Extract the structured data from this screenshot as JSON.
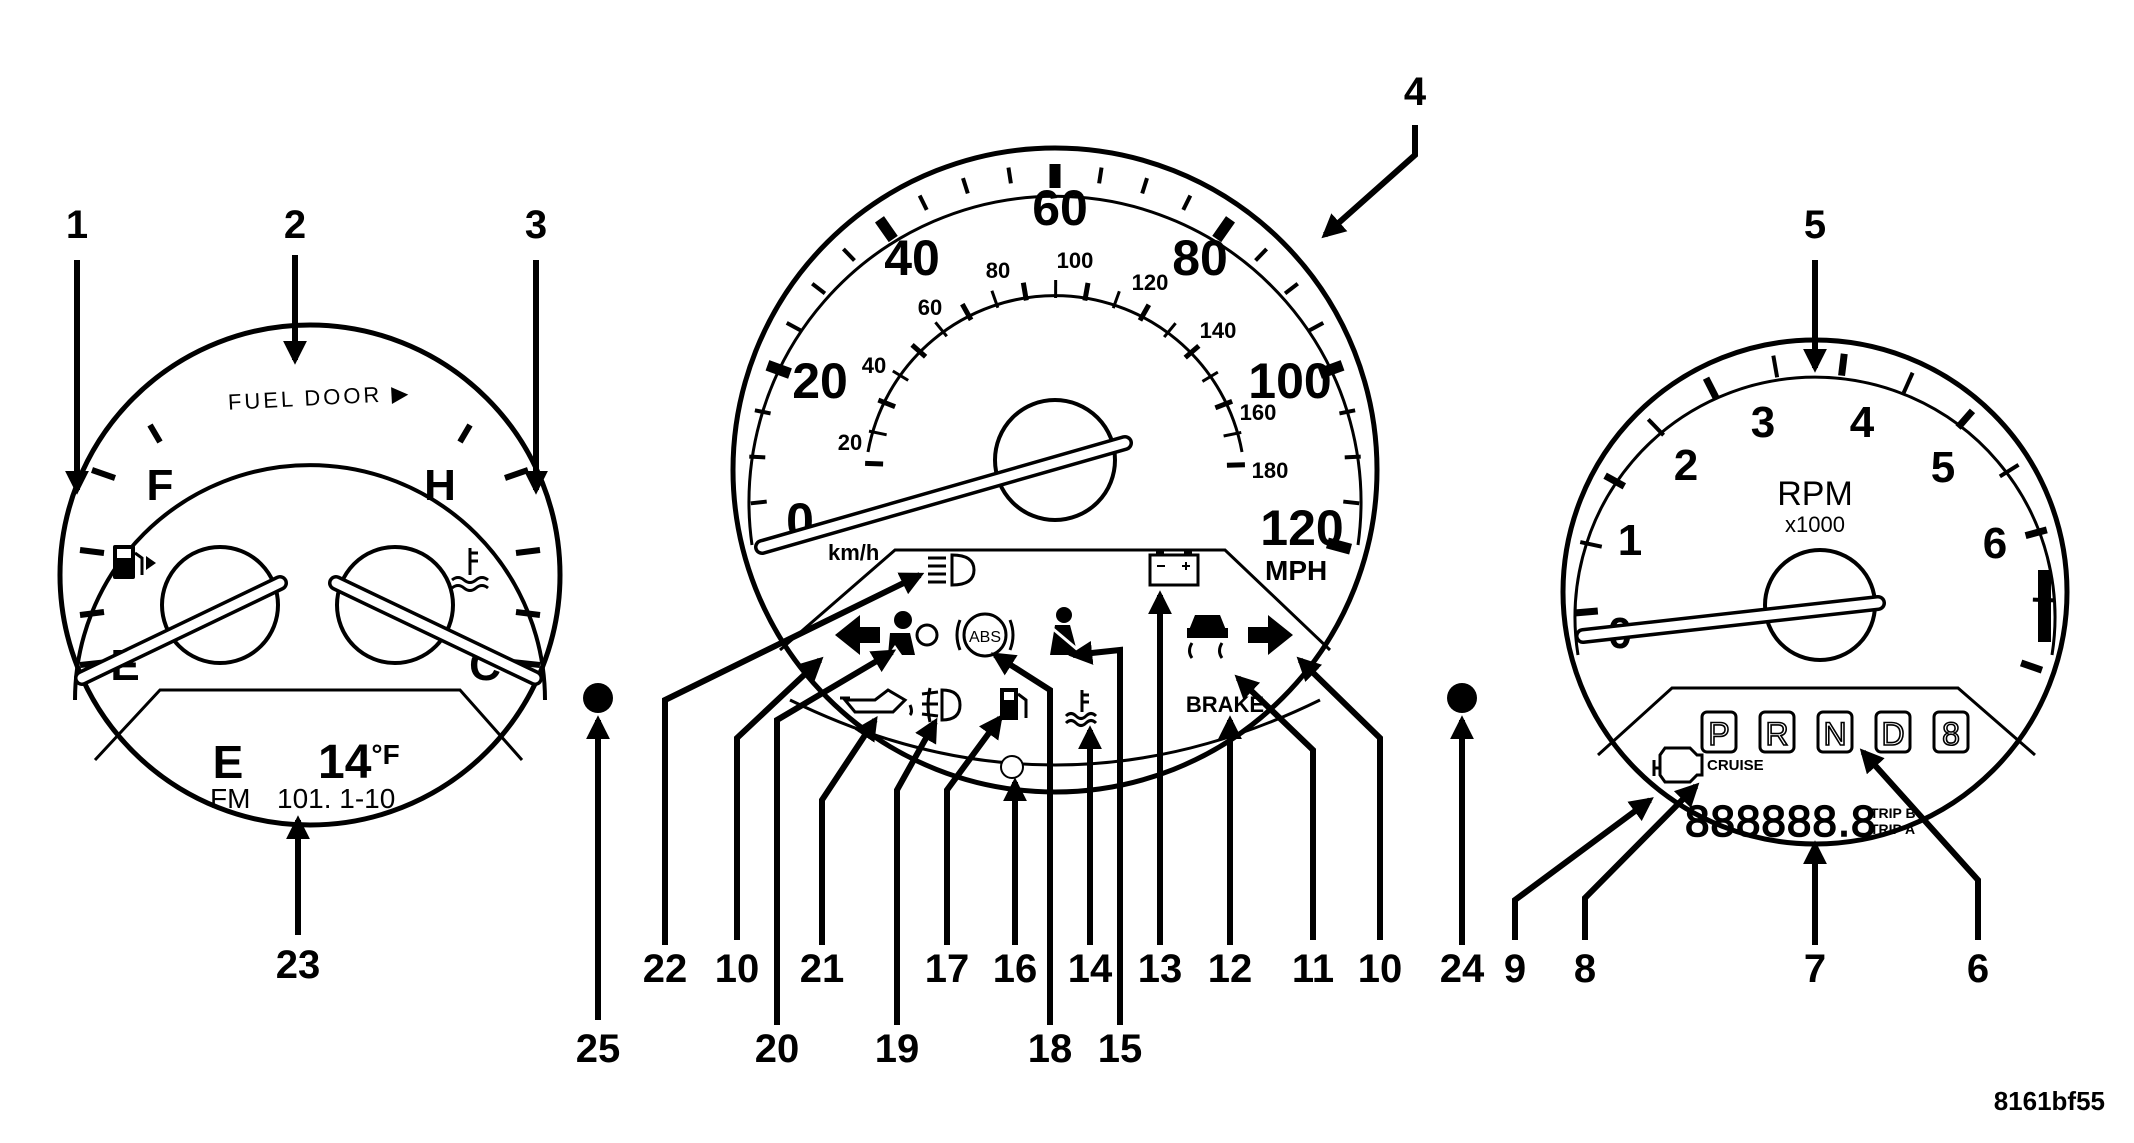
{
  "fuel_gauge": {
    "full_mark": "F",
    "empty_mark": "E",
    "fuel_door_text": "FUEL DOOR ▶"
  },
  "temp_gauge": {
    "hot_mark": "H",
    "cold_mark": "C"
  },
  "odometer_display": {
    "compass": "E",
    "temperature": "14",
    "temp_unit": "°F",
    "radio_band": "FM",
    "radio_info": "101. 1-10"
  },
  "speedometer": {
    "mph_ticks": [
      "0",
      "20",
      "40",
      "60",
      "80",
      "100",
      "120"
    ],
    "kmh_ticks": [
      "20",
      "40",
      "60",
      "80",
      "100",
      "120",
      "140",
      "160",
      "180"
    ],
    "kmh_unit": "km/h",
    "mph_unit": "MPH"
  },
  "tachometer": {
    "ticks": [
      "0",
      "1",
      "2",
      "3",
      "4",
      "5",
      "6"
    ],
    "unit": "RPM",
    "multiplier": "x1000",
    "gear_letters": [
      "P",
      "R",
      "N",
      "D",
      "8"
    ],
    "cruise": "CRUISE",
    "odo_digits": "888888.8",
    "trip_b": "TRIP B",
    "trip_a": "TRIP A"
  },
  "indicators": {
    "brake": "BRAKE",
    "abs": "ABS"
  },
  "callouts": [
    "1",
    "2",
    "3",
    "4",
    "5",
    "6",
    "7",
    "8",
    "9",
    "10",
    "10",
    "11",
    "12",
    "13",
    "14",
    "15",
    "16",
    "17",
    "18",
    "19",
    "20",
    "21",
    "22",
    "23",
    "24",
    "25"
  ],
  "figure_code": "8161bf55"
}
